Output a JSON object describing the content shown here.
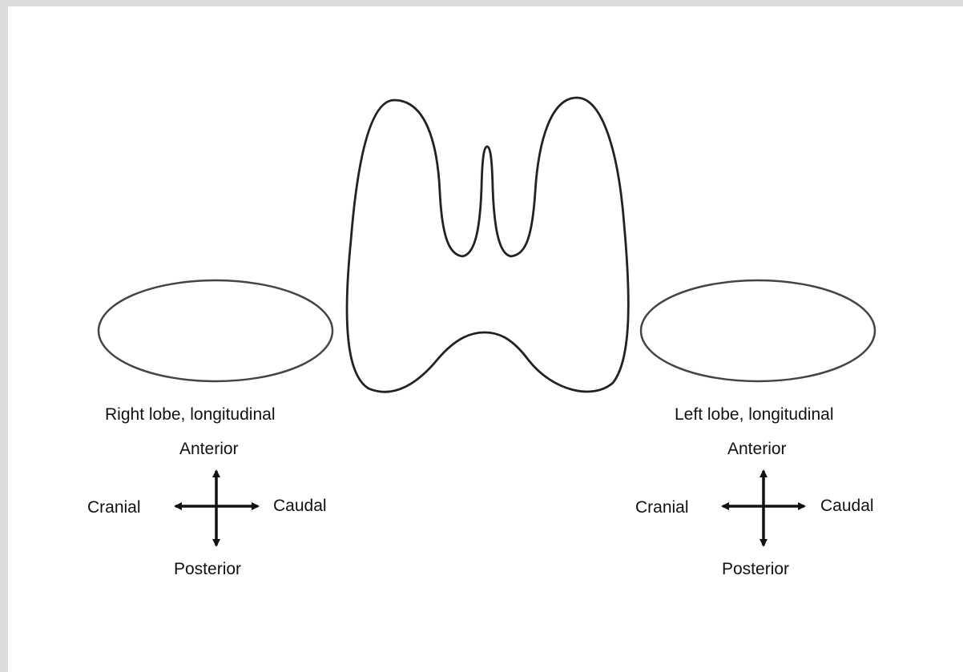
{
  "diagram": {
    "right_lobe": {
      "title": "Right lobe, longitudinal",
      "anterior": "Anterior",
      "cranial": "Cranial",
      "caudal": "Caudal",
      "posterior": "Posterior"
    },
    "left_lobe": {
      "title": "Left lobe, longitudinal",
      "anterior": "Anterior",
      "cranial": "Cranial",
      "caudal": "Caudal",
      "posterior": "Posterior"
    }
  },
  "colors": {
    "outline": "#333333",
    "arrow": "#111111",
    "background": "#ffffff",
    "border": "#dcdcdc"
  }
}
